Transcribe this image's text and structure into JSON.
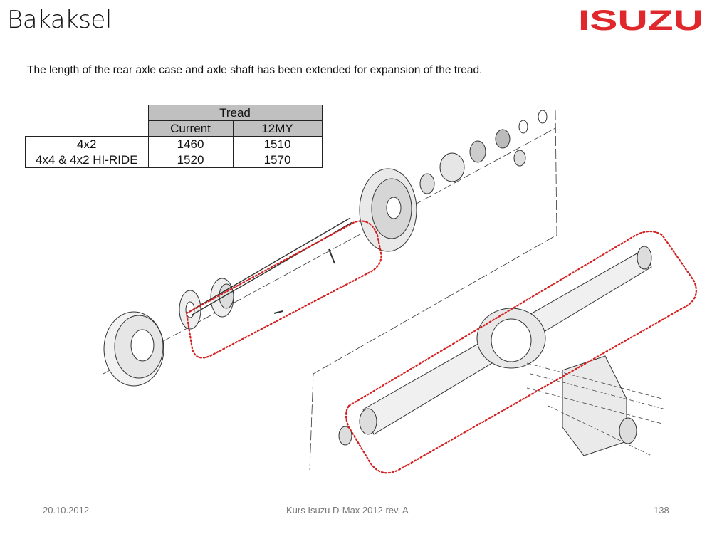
{
  "slide": {
    "title": "Bakaksel",
    "logo_text": "ISUZU",
    "subtitle": "The length of the rear axle case and axle shaft has been extended for expansion of the tread.",
    "brand_color": "#e0282c",
    "highlight_color": "#d42020"
  },
  "table": {
    "group_header": "Tread",
    "columns": [
      "Current",
      "12MY"
    ],
    "rows": [
      {
        "label": "4x2",
        "current": "1460",
        "my12": "1510"
      },
      {
        "label": "4x4 & 4x2 HI-RIDE",
        "current": "1520",
        "my12": "1570"
      }
    ]
  },
  "footer": {
    "date": "20.10.2012",
    "course": "Kurs Isuzu D-Max 2012 rev. A",
    "page": "138"
  }
}
